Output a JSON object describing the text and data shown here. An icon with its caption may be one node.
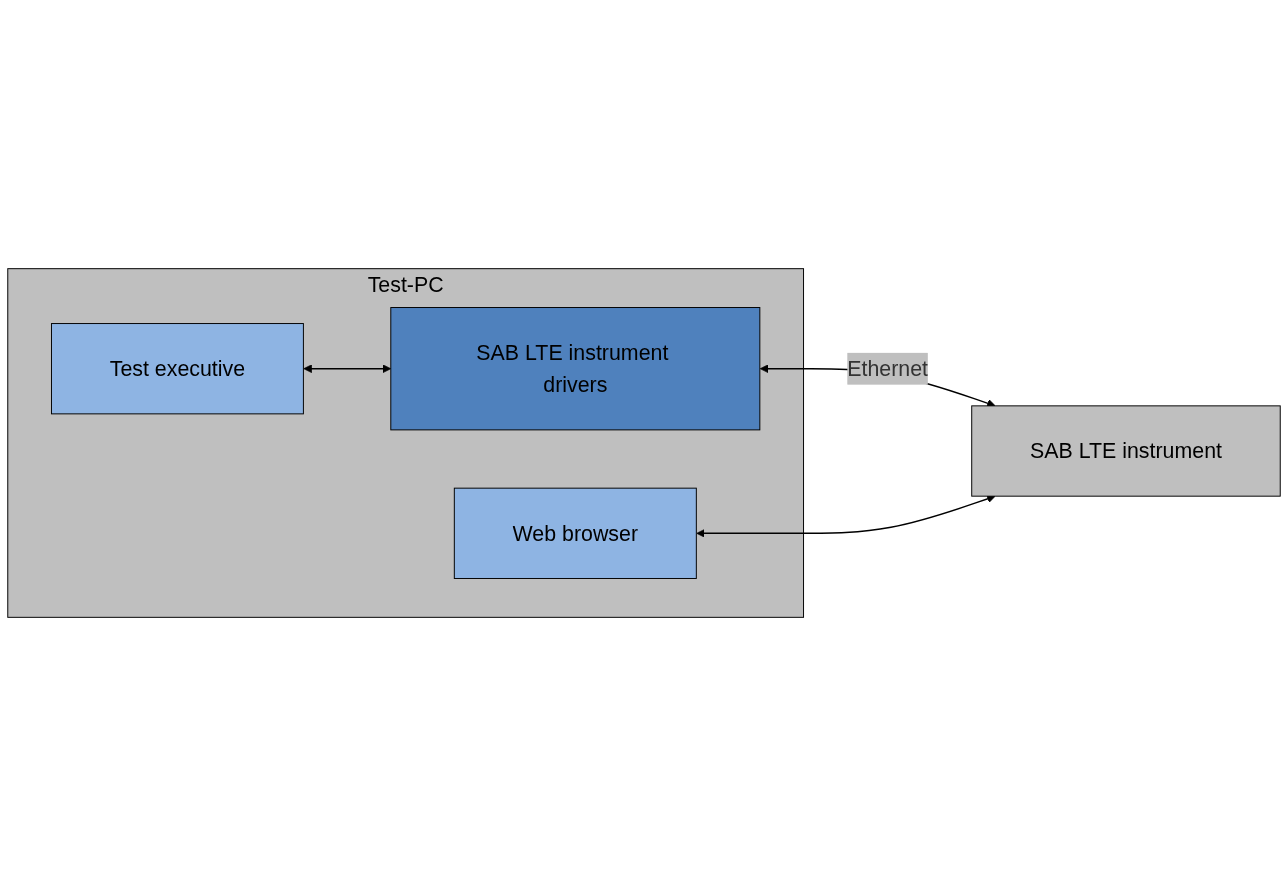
{
  "diagram": {
    "nodes": [
      {
        "text": [
          "Test-PC"
        ]
      },
      {
        "text": [
          "Test executive"
        ],
        "in": 0
      },
      {
        "text": [
          "SAB LTE instrument drivers"
        ],
        "in": 0
      },
      {
        "text": [
          "SAB LTE instrument"
        ]
      },
      {
        "text": [
          "Web browser"
        ],
        "in": 0
      }
    ],
    "edges": [
      {
        "from": 1,
        "to": 2,
        "arrow": "both"
      },
      {
        "from": 2,
        "to": 3,
        "label": "Ethernet",
        "arrow": "both"
      },
      {
        "from": 4,
        "to": 3,
        "arrow": "both"
      }
    ]
  }
}
